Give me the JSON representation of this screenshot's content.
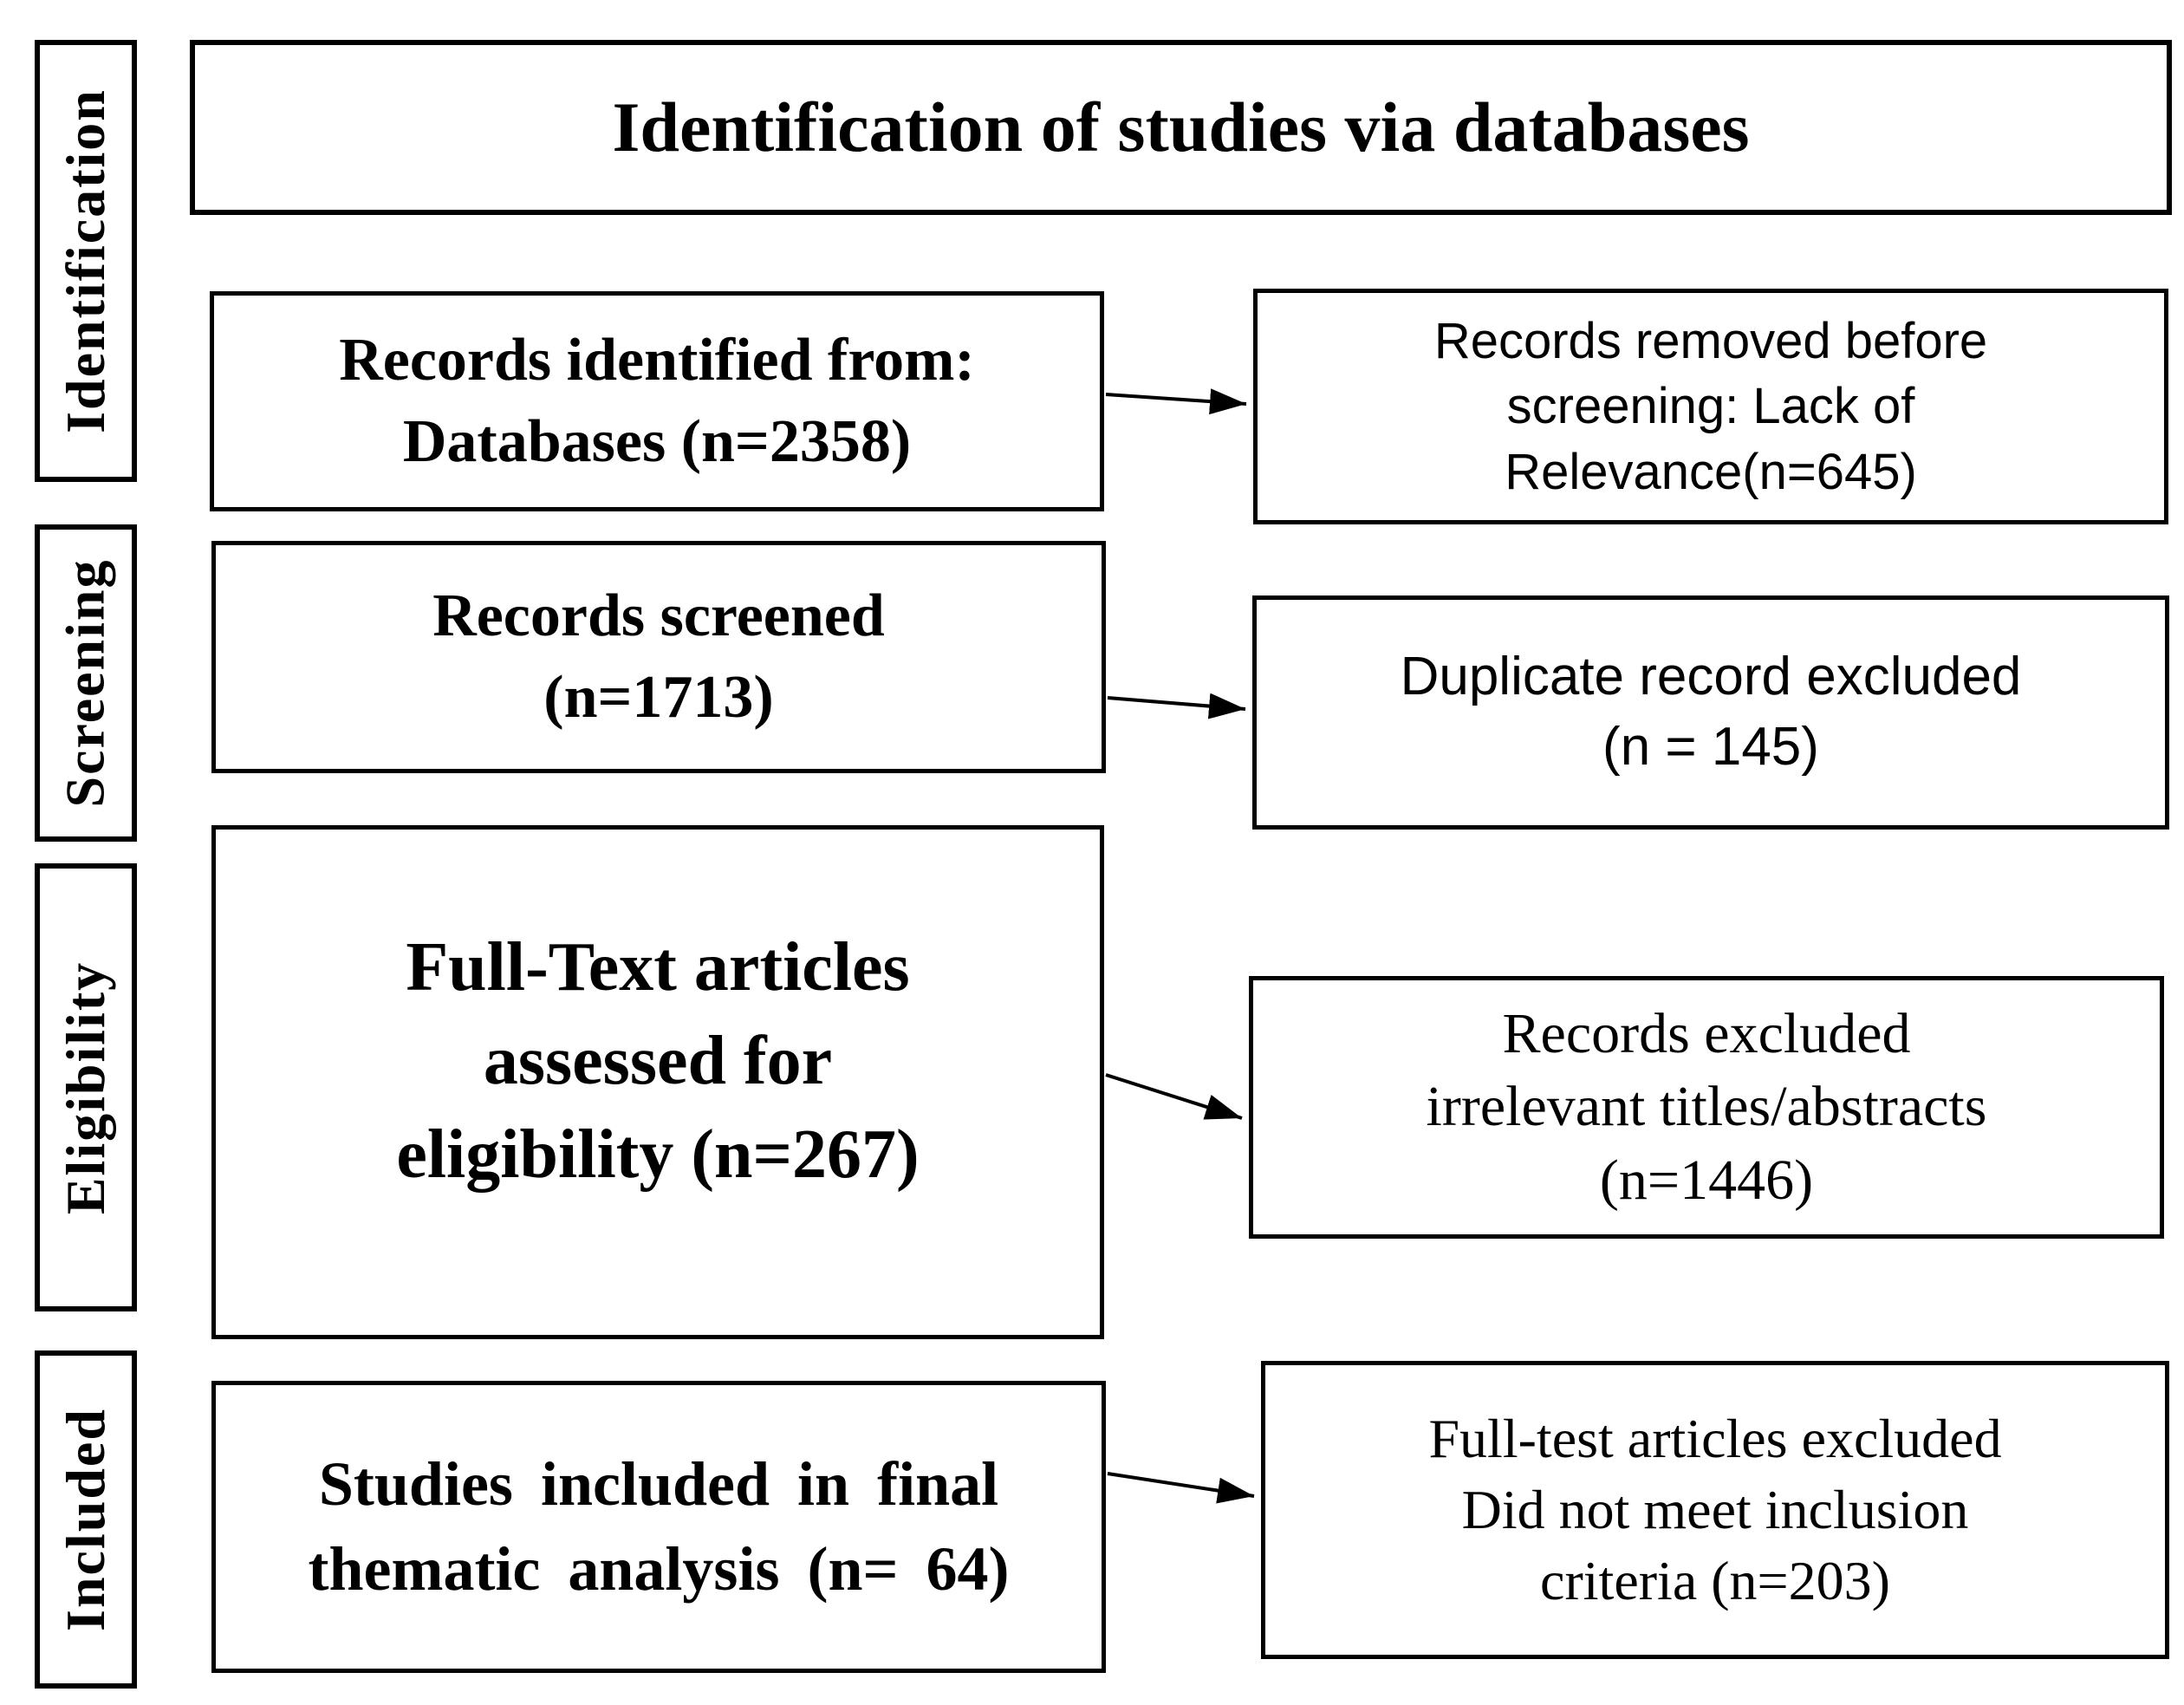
{
  "diagram": {
    "title": "Identification of studies via databases",
    "stage_labels": [
      {
        "label": "Identification"
      },
      {
        "label": "Screening"
      },
      {
        "label": "Eligibility"
      },
      {
        "label": "Included"
      }
    ],
    "process_boxes": [
      {
        "name": "records-identified",
        "lines": [
          "Records identified from:",
          "Databases (n=2358)"
        ]
      },
      {
        "name": "records-screened",
        "lines": [
          "Records screened",
          "(n=1713)"
        ]
      },
      {
        "name": "fulltext-assessed",
        "lines": [
          "Full-Text articles",
          "assessed for",
          "eligibility (n=267)"
        ]
      },
      {
        "name": "studies-included",
        "lines": [
          "Studies included in final",
          "thematic analysis (n= 64)"
        ]
      }
    ],
    "exclusion_boxes": [
      {
        "name": "removed-before-screening",
        "lines": [
          "Records removed before",
          "screening: Lack of",
          "Relevance(n=645)"
        ]
      },
      {
        "name": "duplicates-excluded",
        "lines": [
          "Duplicate record excluded",
          "(n = 145)"
        ]
      },
      {
        "name": "records-excluded-irrelevant",
        "lines": [
          "Records excluded",
          "irrelevant titles/abstracts",
          "(n=1446)"
        ]
      },
      {
        "name": "fulltext-excluded",
        "lines": [
          "Full-test articles excluded",
          "Did not meet inclusion",
          "criteria (n=203)"
        ]
      }
    ],
    "connections": [
      {
        "from": "records-identified",
        "to": "removed-before-screening"
      },
      {
        "from": "records-screened",
        "to": "duplicates-excluded"
      },
      {
        "from": "fulltext-assessed",
        "to": "records-excluded-irrelevant"
      },
      {
        "from": "studies-included",
        "to": "fulltext-excluded"
      }
    ],
    "colors": {
      "background": "#ffffff",
      "border": "#000000",
      "text": "#000000"
    }
  }
}
